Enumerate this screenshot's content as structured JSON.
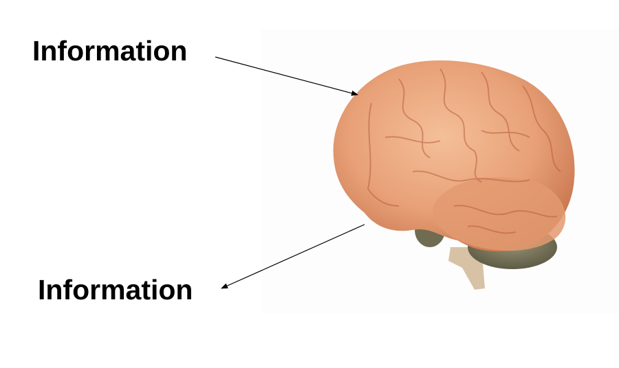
{
  "labels": {
    "top": "Information",
    "bottom": "Information"
  },
  "image": {
    "subject": "brain-photo"
  },
  "colors": {
    "cerebrum": "#e9a57c",
    "cerebellum": "#7d7a60",
    "arrow": "#000000"
  }
}
